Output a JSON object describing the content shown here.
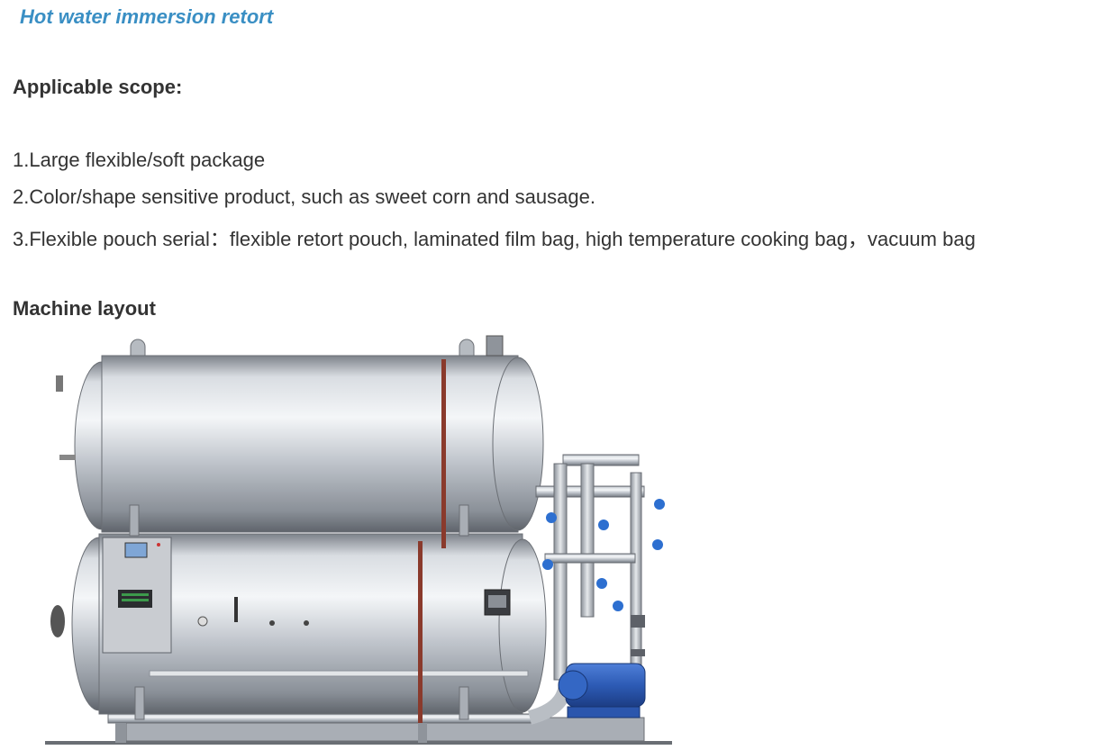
{
  "page": {
    "title": "Hot water immersion retort",
    "scope_heading": "Applicable scope:",
    "scope_items": [
      "1.Large flexible/soft package",
      "2.Color/shape sensitive product, such as sweet corn and sausage.",
      "3.Flexible pouch serial：flexible retort pouch, laminated film bag, high temperature cooking bag，vacuum bag"
    ],
    "layout_heading": "Machine layout"
  },
  "colors": {
    "title": "#3a8fc4",
    "text": "#333333",
    "steel": "#c8ccd2",
    "pump": "#2d5bb5"
  }
}
